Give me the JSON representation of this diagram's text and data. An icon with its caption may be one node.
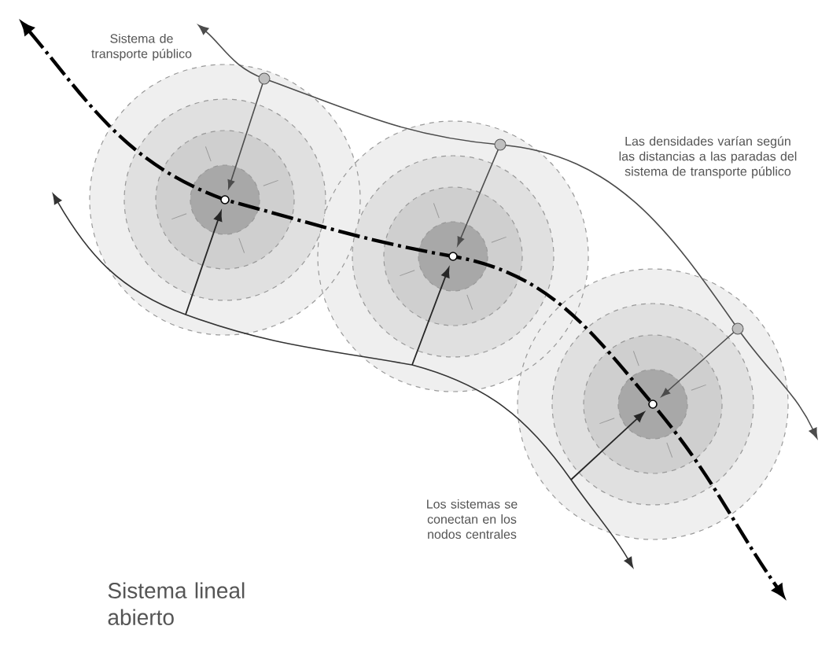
{
  "diagram": {
    "caption": "Sistema lineal abierto",
    "labels": [
      "Sistema de transporte público",
      "Las densidades varían según las distancias a las paradas del sistema de transporte público",
      "Los sistemas se conectan en los nodos centrales"
    ]
  }
}
